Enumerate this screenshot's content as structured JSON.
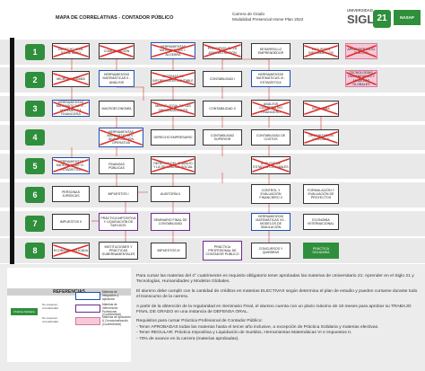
{
  "header": {
    "title": "MAPA DE CORRELATIVAS - CONTADOR PÚBLICO",
    "subtitle_1": "Carrera de Grado",
    "subtitle_2": "Modalidad Presencial Home Plan 2022",
    "logo_univ": "UNIVERSIDAD",
    "logo_siglo": "SIGLO",
    "logo_21": "21",
    "logo_nasap": "NASAP"
  },
  "semesters": [
    "1",
    "2",
    "3",
    "4",
    "5",
    "6",
    "7",
    "8"
  ],
  "subjects": {
    "s1_1": "DERECHO CIVIL SOCIETARIO",
    "s1_2": "COMUNICACIÓN",
    "s1_3": "HERRAMIENTAS MATEMÁTICAS I - ÁLGEBRA",
    "s1_4": "PRINCIPIOS DE LA ADMINISTRACIÓN",
    "s1_5": "DESARROLLO EMPRENDEDOR",
    "s1_6": "RECURSOS INFORMÁTICOS",
    "s1_7": "APRENDER EN EL SIGLO 21",
    "s2_1": "MICROECONOMÍA",
    "s2_2": "HERRAMIENTAS MATEMÁTICAS II - ANÁLISIS",
    "s2_3": "SISTEMAS DE INFORMACIÓN CONTABLE",
    "s2_4": "CONTABILIDAD I",
    "s2_5": "HERRAMIENTAS MATEMÁTICAS III - ESTADÍSTICA",
    "s2_6": "TECNOLOGÍAS, HUMANIDADES Y MODELOS GLOBALES",
    "s3_1": "HERRAMIENTAS MATEMÁTICAS IV - MATEMÁTICA FINANCIERA",
    "s3_2": "MACROECONOMÍA",
    "s3_3": "MARCO LEGAL DE LAS ORGANIZACIONES",
    "s3_4": "CONTABILIDAD II",
    "s3_5": "ANÁLISIS CUANTITATIVO FINANCIERO",
    "s3_6": "ECONOMÍA",
    "s4_1": "HERRAMIENTAS MATEMÁTICAS V - INVESTIGACIÓN OPERATIVA",
    "s4_2": "DERECHO EMPRESARIO",
    "s4_3": "CONTABILIDAD SUPERIOR",
    "s4_4": "CONTABILIDAD DE COSTOS",
    "s4_5": "ORGANIZACIÓN CONTABLE",
    "s5_1": "HERRAMIENTAS MATEMÁTICAS VI - ESTADÍSTICA",
    "s5_2": "FINANZAS PÚBLICAS",
    "s5_3": "DERECHO DEL TRABAJO Y LA SEGURIDAD SOCIAL",
    "s5_4": "ANÁLISIS DE ESTADOS CONTABLES",
    "s6_1": "PERSONAS JURÍDICAS",
    "s6_2": "IMPUESTOS I",
    "s6_3": "AUDITORÍA II",
    "s6_4": "CONTROL Y EVALUACIÓN FINANCIERO II",
    "s6_5": "FORMULACIÓN Y EVALUACIÓN DE PROYECTOS",
    "s7_1": "IMPUESTOS II",
    "s7_2": "PRÁCTICA IMPOSITIVA Y LIQUIDACIÓN DE SUELDOS",
    "s7_3": "SEMINARIO FINAL DE CONTABILIDAD",
    "s7_4": "HERRAMIENTAS MATEMÁTICAS VII - MODELOS DE SIMULACIÓN",
    "s7_5": "ECONOMÍA INTERNACIONAL",
    "s8_1": "ECONOMÍA APLICADA",
    "s8_2": "INSTITUCIONES Y PRÁCTICAS GUBERNAMENTALES",
    "s8_3": "IMPUESTOS III",
    "s8_4": "PRÁCTICA PROFESIONAL DE CONTADOR PÚBLICO",
    "s8_5": "CONCURSOS Y QUIEBRAS",
    "s8_6": "PRÁCTICA SOLIDARIA"
  },
  "refs": {
    "title": "REFERENCIAS",
    "item_1": "Materias de Integración y aplicación",
    "item_2": "Materias de Intervención Profesional (Cuatrimestral)",
    "item_3": "Materias de Aplicación & Conceptualización (Cuatrimestral)",
    "left_1": "Práctica Solidaria",
    "left_2": "No requieren correlatividad",
    "left_3": "No requieren correlatividad"
  },
  "text": {
    "p1": "Para cursar las materias del 4° cuatrimestre es requisito obligatorio tener aprobadas las materias de Universitario 21: Aprender en el Siglo 21 y Tecnologías, Humanidades y Modelos Globales.",
    "p2": "El alumno debe cumplir con la cantidad de créditos en materias ELECTIVAS según determina el plan de estudio y pueden cursarse durante todo el transcurso de la carrera.",
    "p3": "A partir de la obtención de la regularidad en Seminario Final, el alumno cuenta con un plazo máximo de 18 meses para aprobar su TRABAJO FINAL DE GRADO en una instancia de DEFENSA ORAL.",
    "p4": "Requisitos para cursar Práctica Profesional de Contador Público:",
    "p5": "- Tener APROBADAS todas las materias hasta el tercer año inclusive, a excepción de Práctica Solidaria y materias electivas.",
    "p6": "- Tener REGULAR: Práctica Impositiva y Liquidación de Sueldos, Herramientas Matemáticas VI e Impuestos II.",
    "p7": "- 70% de avance en la carrera (materias aprobadas)."
  },
  "colors": {
    "green": "#2f8f3c",
    "cross_red": "#e0302a",
    "link_red": "#d23b2e",
    "stripe": "#e9e9e9",
    "pink": "#f7c8d9"
  }
}
